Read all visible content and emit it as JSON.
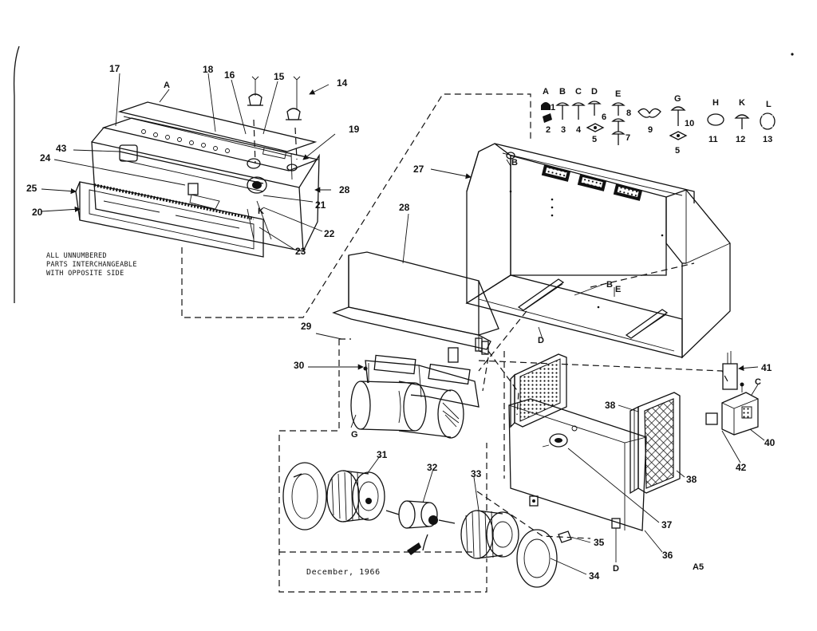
{
  "labels": {
    "p17": "17",
    "p18": "18",
    "p16": "16",
    "p15": "15",
    "p14": "14",
    "p19": "19",
    "p43": "43",
    "p24": "24",
    "p25": "25",
    "p20": "20",
    "p21": "21",
    "p22": "22",
    "p23": "23",
    "a_top": "A",
    "k_small": "K",
    "p27": "27",
    "p28a": "28",
    "p29": "29",
    "p30": "30",
    "p31": "31",
    "p32": "32",
    "p33": "33",
    "p34": "34",
    "p35": "35",
    "p36": "36",
    "p37": "37",
    "p38a": "38",
    "p38b": "38",
    "p40": "40",
    "p41": "41",
    "p42": "42",
    "b_cab": "B",
    "b_base": "B",
    "e_base": "E",
    "d_base": "D",
    "g_motor": "G",
    "d_bottom": "D",
    "c_bracket": "C",
    "a5": "A5"
  },
  "hardware": {
    "letters": [
      "A",
      "B",
      "C",
      "D",
      "E",
      "G",
      "H",
      "K",
      "L"
    ],
    "numbers": [
      "1",
      "2",
      "3",
      "4",
      "6",
      "5",
      "8",
      "9",
      "7",
      "10",
      "5",
      "11",
      "12",
      "13"
    ]
  },
  "note": {
    "line1": "ALL UNNUMBERED",
    "line2": "PARTS INTERCHANGEABLE",
    "line3": "WITH OPPOSITE SIDE"
  },
  "footer": {
    "date": "December, 1966"
  }
}
